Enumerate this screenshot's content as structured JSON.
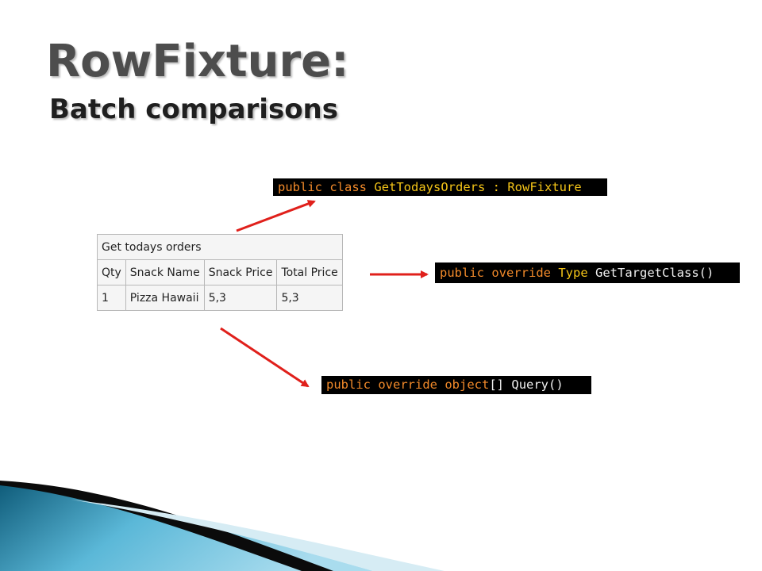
{
  "slide": {
    "title": "RowFixture:",
    "subtitle": "Batch comparisons"
  },
  "code_snippets": {
    "class_decl": {
      "kw1": "public",
      "kw2": "class",
      "type1": "GetTodaysOrders",
      "sep": " : ",
      "type2": "RowFixture"
    },
    "target_class": {
      "kw1": "public",
      "kw2": "override",
      "type1": "Type",
      "plain": "GetTargetClass()"
    },
    "query": {
      "kw1": "public",
      "kw2": "override",
      "type1": "object",
      "plain1": "[]",
      "plain2": "Query()"
    }
  },
  "fit_table": {
    "title": "Get todays orders",
    "headers": [
      "Qty",
      "Snack Name",
      "Snack Price",
      "Total Price"
    ],
    "rows": [
      [
        "1",
        "Pizza Hawaii",
        "5,3",
        "5,3"
      ]
    ]
  },
  "colors": {
    "arrow": "#e0201b",
    "title": "#4d4d4d",
    "code_keyword": "#f28a2a",
    "code_type": "#f5c518",
    "wave_dark": "#0f5c7a",
    "wave_light": "#5bb8d8"
  }
}
